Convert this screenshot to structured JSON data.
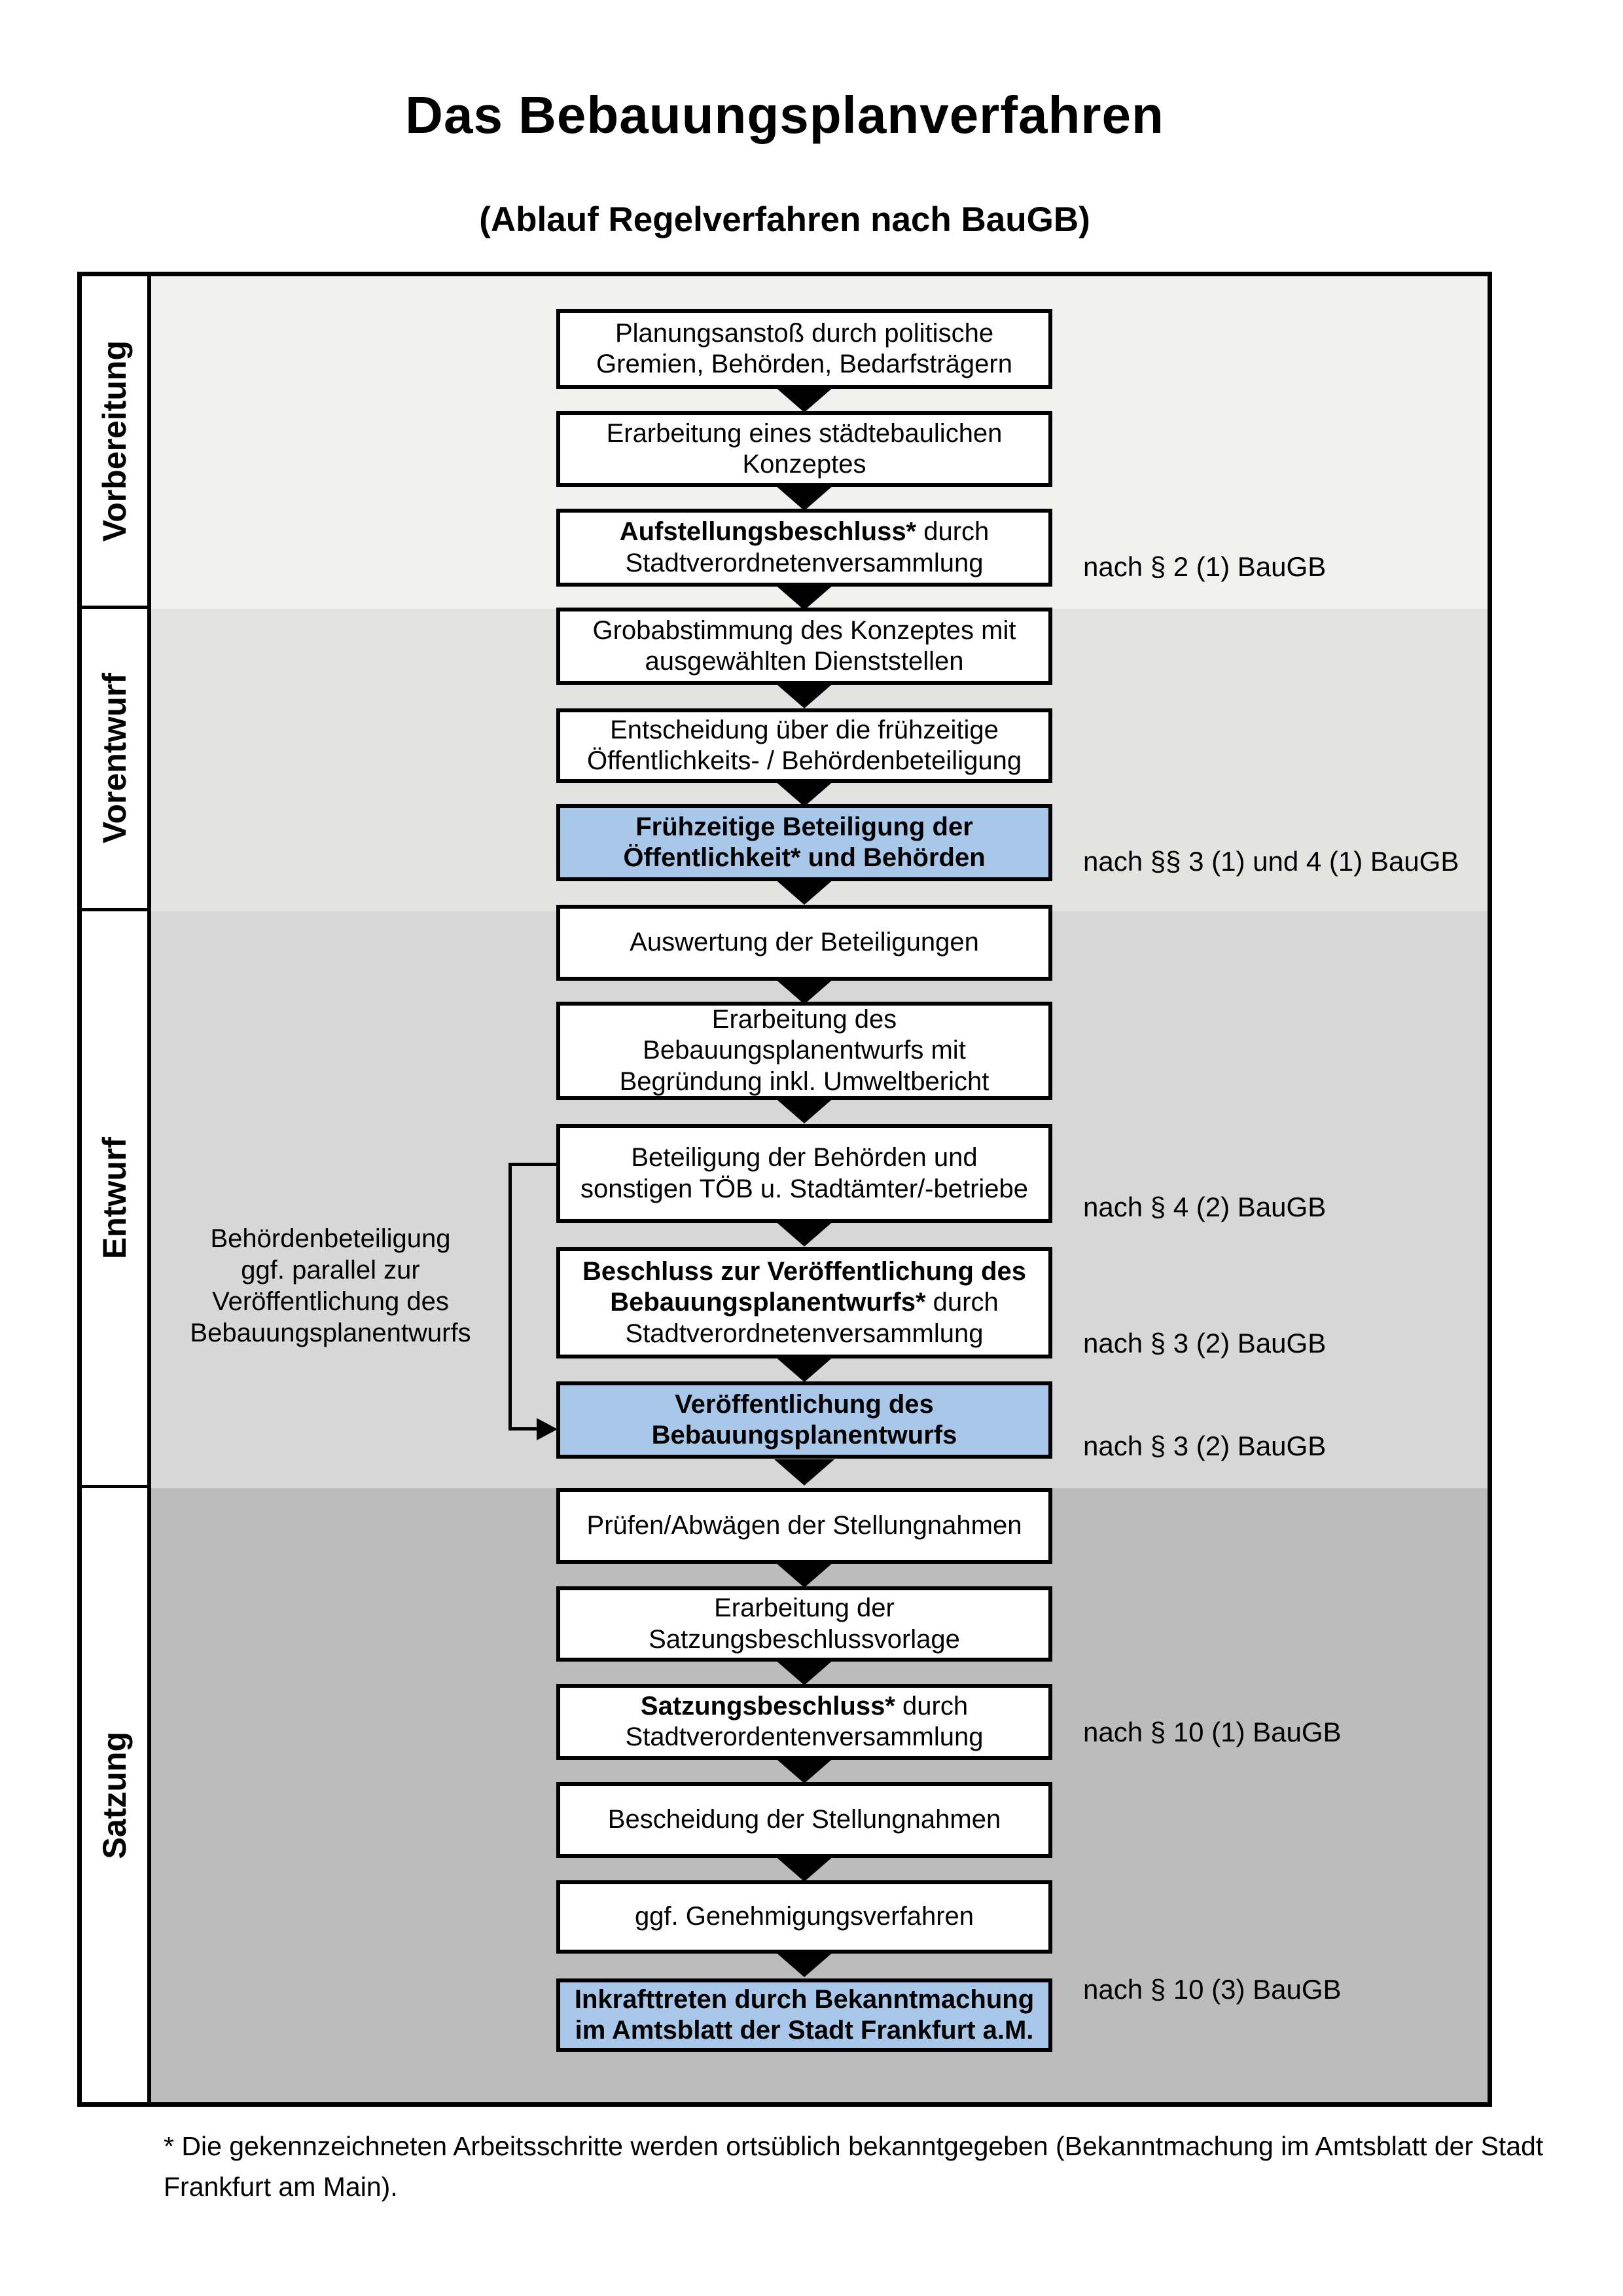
{
  "title": "Das Bebauungsplanverfahren",
  "subtitle": "(Ablauf Regelverfahren nach BauGB)",
  "phases": [
    {
      "label": "Vorbereitung"
    },
    {
      "label": "Vorentwurf"
    },
    {
      "label": "Entwurf"
    },
    {
      "label": "Satzung"
    }
  ],
  "steps": [
    {
      "bold": "",
      "rest": "Planungsanstoß durch politische\nGremien, Behörden, Bedarfsträgern",
      "highlighted": false
    },
    {
      "bold": "",
      "rest": "Erarbeitung eines städtebaulichen\nKonzeptes",
      "highlighted": false
    },
    {
      "bold": "Aufstellungsbeschluss*",
      "rest": " durch\nStadtverordnetenversammlung",
      "highlighted": false
    },
    {
      "bold": "",
      "rest": "Grobabstimmung des Konzeptes mit\nausgewählten Dienststellen",
      "highlighted": false
    },
    {
      "bold": "",
      "rest": "Entscheidung über die frühzeitige\nÖffentlichkeits- / Behördenbeteiligung",
      "highlighted": false
    },
    {
      "bold": "Frühzeitige Beteiligung der\nÖffentlichkeit* und Behörden",
      "rest": "",
      "highlighted": true
    },
    {
      "bold": "",
      "rest": "Auswertung der Beteiligungen",
      "highlighted": false
    },
    {
      "bold": "",
      "rest": "Erarbeitung des\nBebauungsplanentwurfs mit\nBegründung inkl. Umweltbericht",
      "highlighted": false
    },
    {
      "bold": "",
      "rest": "Beteiligung der Behörden und\nsonstigen TÖB u. Stadtämter/-betriebe",
      "highlighted": false
    },
    {
      "bold": "Beschluss zur Veröffentlichung des\nBebauungsplanentwurfs*",
      "rest": " durch\nStadtverordnetenversammlung",
      "highlighted": false
    },
    {
      "bold": "Veröffentlichung des\nBebauungsplanentwurfs",
      "rest": "",
      "highlighted": true
    },
    {
      "bold": "",
      "rest": "Prüfen/Abwägen der Stellungnahmen",
      "highlighted": false
    },
    {
      "bold": "",
      "rest": "Erarbeitung der\nSatzungsbeschlussvorlage",
      "highlighted": false
    },
    {
      "bold": "Satzungsbeschluss*",
      "rest": " durch\nStadtverordentenversammlung",
      "highlighted": false
    },
    {
      "bold": "",
      "rest": "Bescheidung der Stellungnahmen",
      "highlighted": false
    },
    {
      "bold": "",
      "rest": "ggf. Genehmigungsverfahren",
      "highlighted": false
    },
    {
      "bold": "Inkrafttreten",
      "rest": " durch Bekanntmachung\nim Amtsblatt der Stadt Frankfurt a.M.",
      "highlighted": true
    }
  ],
  "references": [
    "nach § 2 (1) BauGB",
    "nach §§ 3 (1) und 4 (1) BauGB",
    "nach § 4 (2) BauGB",
    "nach § 3 (2) BauGB",
    "nach § 3 (2) BauGB",
    "nach § 10 (1) BauGB",
    "nach § 10 (3) BauGB"
  ],
  "side_note": "Behördenbeteiligung\nggf. parallel zur\nVeröffentlichung des\nBebauungsplanentwurfs",
  "footnote": "* Die gekennzeichneten Arbeitsschritte werden ortsüblich bekanntgegeben (Bekanntmachung im Amtsblatt  der Stadt Frankfurt am Main).",
  "colors": {
    "highlight_blue": "#a9c7e8",
    "band_vorbereitung": "#f1f1ef",
    "band_vorentwurf": "#e3e3e1",
    "band_entwurf": "#d7d7d7",
    "band_satzung": "#bcbcbc",
    "border": "#000000"
  }
}
